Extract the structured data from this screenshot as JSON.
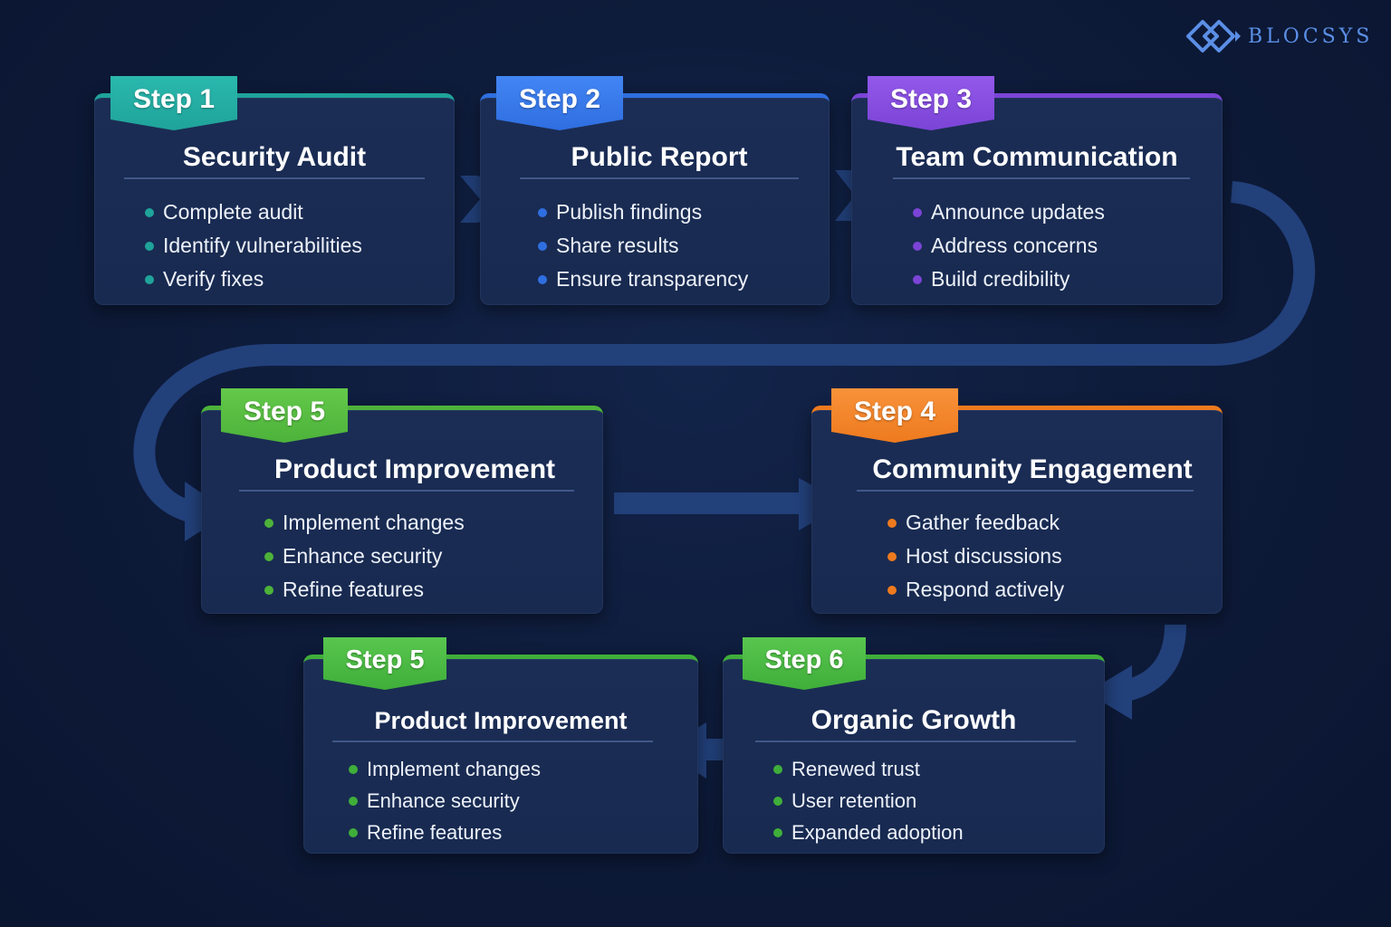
{
  "brand": {
    "name": "BLOCSYS",
    "logo_icon": "diamond-link-icon"
  },
  "colors": {
    "line": "#22407a",
    "teal": "#1fa39a",
    "blue": "#2f6ee0",
    "purple": "#7b44d6",
    "green": "#4db23a",
    "orange": "#ee7a1e"
  },
  "steps": [
    {
      "badge": "Step 1",
      "title": "Security Audit",
      "accent": "#1fa39a",
      "badge_top": "#2ab8ad",
      "items": [
        "Complete audit",
        "Identify vulnerabilities",
        "Verify fixes"
      ]
    },
    {
      "badge": "Step 2",
      "title": "Public Report",
      "accent": "#2f6ee0",
      "badge_top": "#4285f4",
      "items": [
        "Publish findings",
        "Share results",
        "Ensure transparency"
      ]
    },
    {
      "badge": "Step 3",
      "title": "Team Communication",
      "accent": "#7b44d6",
      "badge_top": "#9358ea",
      "items": [
        "Announce updates",
        "Address concerns",
        "Build credibility"
      ]
    },
    {
      "badge": "Step 5",
      "title": "Product Improvement",
      "accent": "#4db23a",
      "badge_top": "#63c94a",
      "items": [
        "Implement changes",
        "Enhance security",
        "Refine features"
      ]
    },
    {
      "badge": "Step 4",
      "title": "Community Engagement",
      "accent": "#ee7a1e",
      "badge_top": "#f8923a",
      "items": [
        "Gather feedback",
        "Host discussions",
        "Respond actively"
      ]
    },
    {
      "badge": "Step 5",
      "title": "Product Improvement",
      "accent": "#3fae3a",
      "badge_top": "#58c64e",
      "items": [
        "Implement changes",
        "Enhance security",
        "Refine features"
      ]
    },
    {
      "badge": "Step 6",
      "title": "Organic Growth",
      "accent": "#3fae3a",
      "badge_top": "#58c64e",
      "items": [
        "Renewed trust",
        "User retention",
        "Expanded adoption"
      ]
    }
  ]
}
